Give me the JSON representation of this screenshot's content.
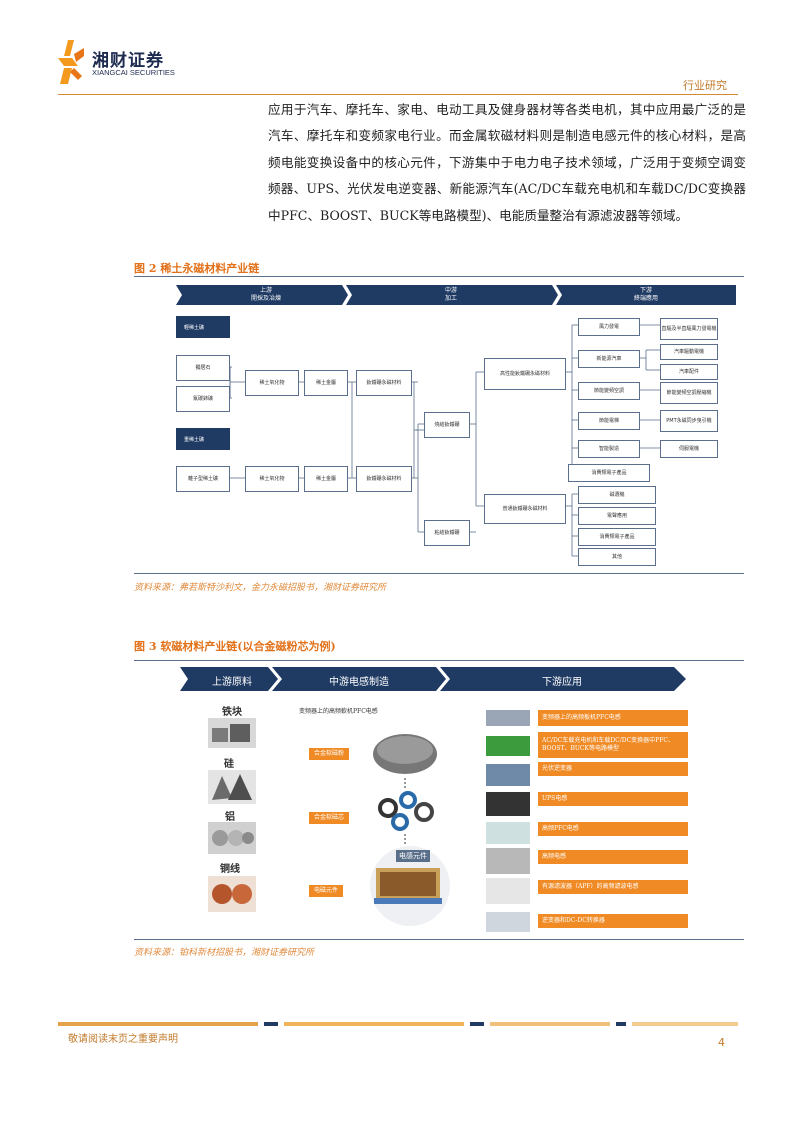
{
  "header": {
    "brand_cn": "湘财证券",
    "brand_en": "XIANGCAI SECURITIES",
    "tag": "行业研究"
  },
  "body_paragraph": "应用于汽车、摩托车、家电、电动工具及健身器材等各类电机，其中应用最广泛的是汽车、摩托车和变频家电行业。而金属软磁材料则是制造电感元件的核心材料，是高频电能变换设备中的核心元件，下游集中于电力电子技术领域，广泛用于变频空调变频器、UPS、光伏发电逆变器、新能源汽车(AC/DC车载充电机和车载DC/DC变换器中PFC、BOOST、BUCK等电路模型)、电能质量整治有源滤波器等领域。",
  "figure2": {
    "title": "图 2 稀土永磁材料产业链",
    "source": "资料来源：弗若斯特沙利文，金力永磁招股书，湘财证券研究所",
    "stages": [
      {
        "line1": "上游",
        "line2": "開採及冶煉"
      },
      {
        "line1": "中游",
        "line2": "加工"
      },
      {
        "line1": "下游",
        "line2": "終端應用"
      }
    ],
    "light_re": "輕稀土礦",
    "heavy_re": "重稀土礦",
    "bastnaesite": "獨居石",
    "monazite": "氟碳鈰礦",
    "ion_clay": "離子型稀土礦",
    "re_oxide_1": "稀土氧化物",
    "re_oxide_2": "稀土氧化物",
    "re_metal_1": "稀土金屬",
    "re_metal_2": "稀土金屬",
    "ndfeb_magnet": "釹鐵硼永磁材料",
    "ndfeb_flake": "釹鐵硼永磁材料",
    "sintered": "燒結釹鐵硼",
    "bonded": "粘結釹鐵硼",
    "high_perf": "高性能釹鐵硼永磁材料",
    "normal": "普通釹鐵硼永磁材料",
    "apps_high": [
      "風力發電",
      "新能源汽車",
      "節能變頻空調",
      "節能電梯",
      "智能製造",
      "消費類電子產品"
    ],
    "apps_high_detail": [
      "直驅及半直驅風力發電機",
      "汽車驅動電機",
      "汽車配件",
      "節能變頻空調壓縮機",
      "PMT永磁同步曳引機",
      "伺服電機"
    ],
    "apps_normal": [
      "磁選機",
      "電聲應用",
      "消費類電子產品",
      "其他"
    ]
  },
  "figure3": {
    "title": "图 3 软磁材料产业链(以合金磁粉芯为例)",
    "source": "资料来源：铂科新材招股书，湘财证券研究所",
    "stages": [
      "上游原料",
      "中游电感制造",
      "下游应用"
    ],
    "materials": [
      "铁块",
      "硅",
      "铝",
      "铜线"
    ],
    "mid_caption": "变频器上的高频軟机PFC电感",
    "mid_tags": [
      "合金软磁粉",
      "合金软磁芯",
      "电磁元件"
    ],
    "inductor_label": "电感元件",
    "apps": [
      "变频器上的高频板机PFC电感",
      "AC/DC车载充电机和车载DC/DC变换器中PFC、BOOST、BUCK等电路模型",
      "光伏逆变器",
      "UPS电感",
      "高频PFC电感",
      "高频电感",
      "有源滤波器（APF）的高频滤波电感",
      "逆变器和DC-DC转换器"
    ]
  },
  "footer": {
    "note": "敬请阅读末页之重要声明",
    "page": "4"
  },
  "colors": {
    "navy": "#1f3a63",
    "orange": "#f08a24",
    "title_orange": "#e2711a"
  }
}
